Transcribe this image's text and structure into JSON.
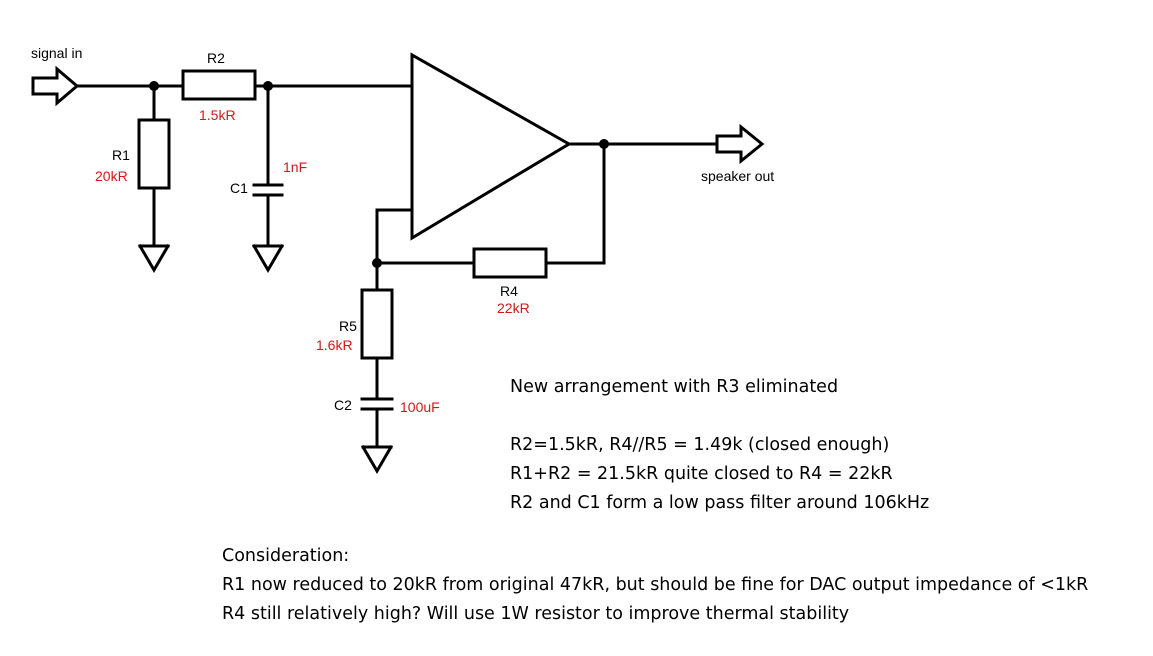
{
  "colors": {
    "wire": "#000000",
    "value_text": "#d0191b",
    "label_text": "#000000"
  },
  "labels": {
    "signal_in": "signal in",
    "speaker_out": "speaker out"
  },
  "components": {
    "R1": {
      "name": "R1",
      "value": "20kR"
    },
    "R2": {
      "name": "R2",
      "value": "1.5kR"
    },
    "C1": {
      "name": "C1",
      "value": "1nF"
    },
    "R4": {
      "name": "R4",
      "value": "22kR"
    },
    "R5": {
      "name": "R5",
      "value": "1.6kR"
    },
    "C2": {
      "name": "C2",
      "value": "100uF"
    }
  },
  "notes": {
    "heading": "New arrangement with R3 eliminated",
    "lines": [
      "R2=1.5kR, R4//R5 = 1.49k (closed enough)",
      "R1+R2 = 21.5kR quite closed to R4 = 22kR",
      "R2 and C1 form a low pass filter around 106kHz"
    ]
  },
  "consideration": {
    "heading": "Consideration:",
    "lines": [
      "R1 now reduced to 20kR from original 47kR, but should be fine for DAC output impedance of <1kR",
      "R4 still relatively high? Will use 1W resistor to improve thermal stability"
    ]
  }
}
